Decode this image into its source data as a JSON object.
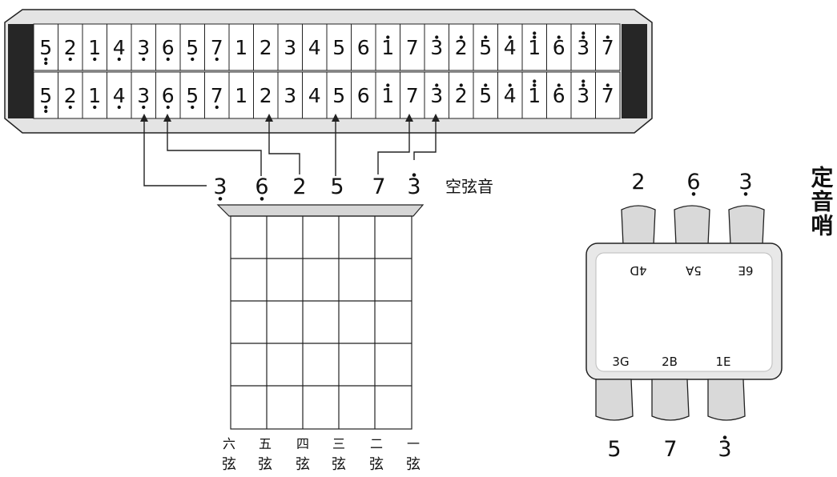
{
  "harmonica": {
    "top_row": [
      {
        "n": "5",
        "up": 0,
        "down": 2
      },
      {
        "n": "2",
        "up": 0,
        "down": 1
      },
      {
        "n": "1",
        "up": 0,
        "down": 1
      },
      {
        "n": "4",
        "up": 0,
        "down": 1
      },
      {
        "n": "3",
        "up": 0,
        "down": 1
      },
      {
        "n": "6",
        "up": 0,
        "down": 1
      },
      {
        "n": "5",
        "up": 0,
        "down": 1
      },
      {
        "n": "7",
        "up": 0,
        "down": 1
      },
      {
        "n": "1",
        "up": 0,
        "down": 0
      },
      {
        "n": "2",
        "up": 0,
        "down": 0
      },
      {
        "n": "3",
        "up": 0,
        "down": 0
      },
      {
        "n": "4",
        "up": 0,
        "down": 0
      },
      {
        "n": "5",
        "up": 0,
        "down": 0
      },
      {
        "n": "6",
        "up": 0,
        "down": 0
      },
      {
        "n": "1",
        "up": 1,
        "down": 0
      },
      {
        "n": "7",
        "up": 0,
        "down": 0
      },
      {
        "n": "3",
        "up": 1,
        "down": 0
      },
      {
        "n": "2",
        "up": 1,
        "down": 0
      },
      {
        "n": "5",
        "up": 1,
        "down": 0
      },
      {
        "n": "4",
        "up": 1,
        "down": 0
      },
      {
        "n": "1",
        "up": 2,
        "down": 0
      },
      {
        "n": "6",
        "up": 1,
        "down": 0
      },
      {
        "n": "3",
        "up": 2,
        "down": 0
      },
      {
        "n": "7",
        "up": 1,
        "down": 0
      }
    ],
    "bottom_row": [
      {
        "n": "5",
        "up": 0,
        "down": 2
      },
      {
        "n": "2",
        "up": 0,
        "down": 1
      },
      {
        "n": "1",
        "up": 0,
        "down": 1
      },
      {
        "n": "4",
        "up": 0,
        "down": 1
      },
      {
        "n": "3",
        "up": 0,
        "down": 1
      },
      {
        "n": "6",
        "up": 0,
        "down": 1
      },
      {
        "n": "5",
        "up": 0,
        "down": 1
      },
      {
        "n": "7",
        "up": 0,
        "down": 1
      },
      {
        "n": "1",
        "up": 0,
        "down": 0
      },
      {
        "n": "2",
        "up": 0,
        "down": 0
      },
      {
        "n": "3",
        "up": 0,
        "down": 0
      },
      {
        "n": "4",
        "up": 0,
        "down": 0
      },
      {
        "n": "5",
        "up": 0,
        "down": 0
      },
      {
        "n": "6",
        "up": 0,
        "down": 0
      },
      {
        "n": "1",
        "up": 1,
        "down": 0
      },
      {
        "n": "7",
        "up": 0,
        "down": 0
      },
      {
        "n": "3",
        "up": 1,
        "down": 0
      },
      {
        "n": "2",
        "up": 1,
        "down": 0
      },
      {
        "n": "5",
        "up": 1,
        "down": 0
      },
      {
        "n": "4",
        "up": 1,
        "down": 0
      },
      {
        "n": "1",
        "up": 2,
        "down": 0
      },
      {
        "n": "6",
        "up": 1,
        "down": 0
      },
      {
        "n": "3",
        "up": 2,
        "down": 0
      },
      {
        "n": "7",
        "up": 1,
        "down": 0
      }
    ]
  },
  "open_strings": {
    "notes": [
      {
        "n": "3",
        "up": 0,
        "down": 1
      },
      {
        "n": "6",
        "up": 0,
        "down": 1
      },
      {
        "n": "2",
        "up": 0,
        "down": 0
      },
      {
        "n": "5",
        "up": 0,
        "down": 0
      },
      {
        "n": "7",
        "up": 0,
        "down": 0
      },
      {
        "n": "3",
        "up": 1,
        "down": 0
      }
    ],
    "label": "空弦音"
  },
  "fretboard": {
    "string_labels": [
      {
        "num": "六",
        "suffix": "弦"
      },
      {
        "num": "五",
        "suffix": "弦"
      },
      {
        "num": "四",
        "suffix": "弦"
      },
      {
        "num": "三",
        "suffix": "弦"
      },
      {
        "num": "二",
        "suffix": "弦"
      },
      {
        "num": "一",
        "suffix": "弦"
      }
    ]
  },
  "pitch_pipe": {
    "title": "定音哨",
    "top_notes": [
      {
        "n": "2",
        "up": 0,
        "down": 0
      },
      {
        "n": "6",
        "up": 0,
        "down": 1
      },
      {
        "n": "3",
        "up": 0,
        "down": 1
      }
    ],
    "bottom_notes": [
      {
        "n": "5",
        "up": 0,
        "down": 0
      },
      {
        "n": "7",
        "up": 0,
        "down": 0
      },
      {
        "n": "3",
        "up": 1,
        "down": 0
      }
    ],
    "upper_labels": [
      "4D",
      "5A",
      "6E"
    ],
    "lower_labels": [
      "3G",
      "2B",
      "1E"
    ]
  }
}
